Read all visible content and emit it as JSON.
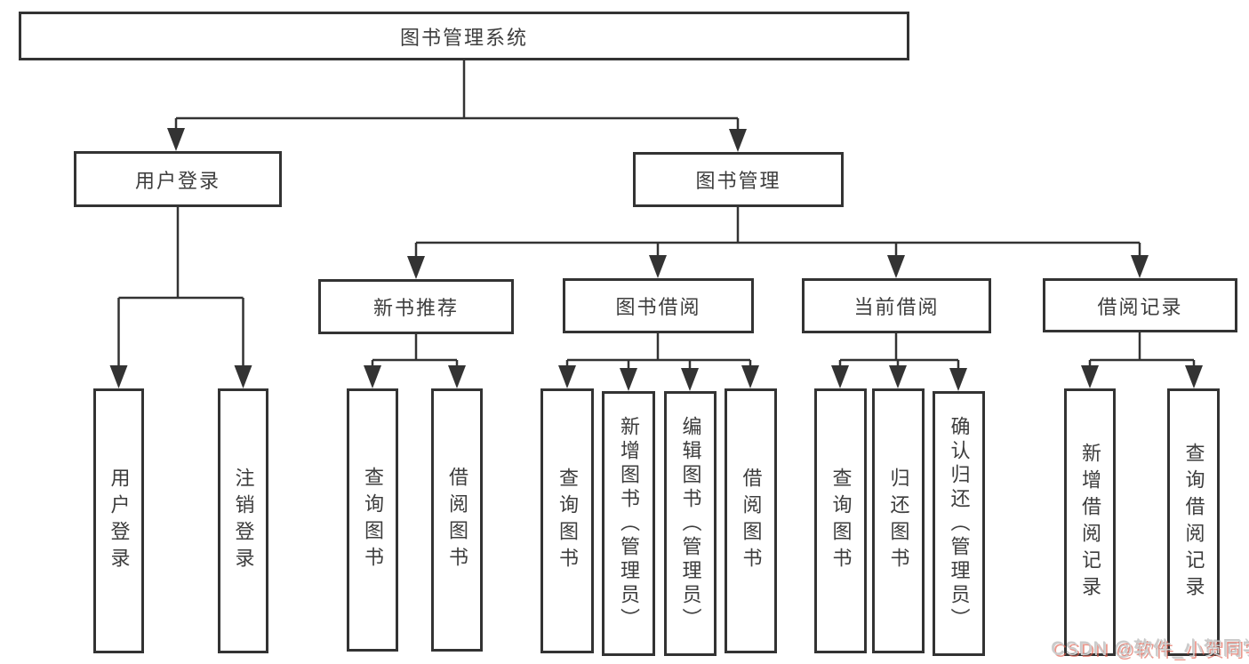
{
  "colors": {
    "line": "#333333",
    "box_border": "#333333",
    "text": "#3d3d3d",
    "background": "#ffffff",
    "watermark_gray": "#cdcdcd",
    "watermark_red": "#e0604f"
  },
  "tree": {
    "root": "图书管理系统",
    "branches": [
      {
        "label": "用户登录",
        "children": [
          "用户登录",
          "注销登录"
        ]
      },
      {
        "label": "图书管理",
        "sections": [
          {
            "label": "新书推荐",
            "children": [
              "查询图书",
              "借阅图书"
            ]
          },
          {
            "label": "图书借阅",
            "children": [
              "查询图书",
              "新增图书（管理员）",
              "编辑图书（管理员）",
              "借阅图书"
            ]
          },
          {
            "label": "当前借阅",
            "children": [
              "查询图书",
              "归还图书",
              "确认归还（管理员）"
            ]
          },
          {
            "label": "借阅记录",
            "children": [
              "新增借阅记录",
              "查询借阅记录"
            ]
          }
        ]
      }
    ]
  },
  "watermark": "CSDN @软件_小贺同学"
}
